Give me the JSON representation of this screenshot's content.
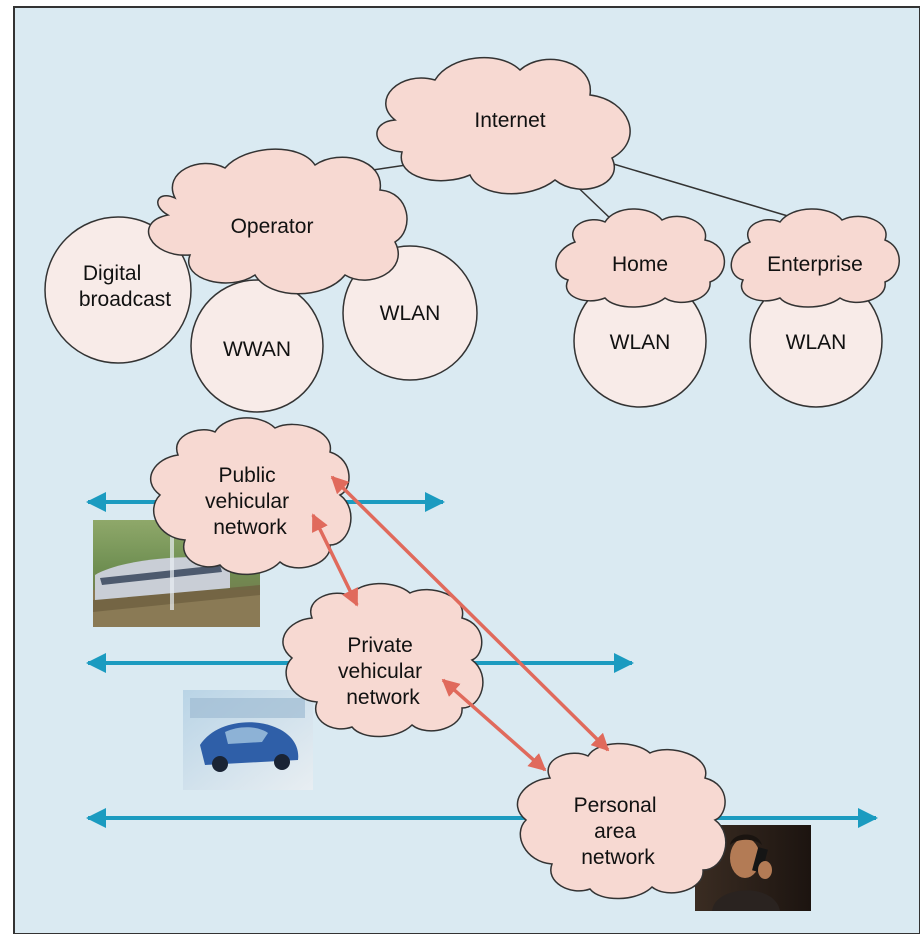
{
  "nodes": {
    "internet": "Internet",
    "operator": "Operator",
    "home": "Home",
    "enterprise": "Enterprise",
    "digital_broadcast": [
      "Digital",
      "broadcast"
    ],
    "wwan": "WWAN",
    "operator_wlan": "WLAN",
    "home_wlan": "WLAN",
    "enterprise_wlan": "WLAN",
    "public_vehicular": [
      "Public",
      "vehicular",
      "network"
    ],
    "private_vehicular": [
      "Private",
      "vehicular",
      "network"
    ],
    "personal_area": [
      "Personal",
      "area",
      "network"
    ]
  },
  "photos": {
    "train": "train-photo",
    "car": "car-photo",
    "person": "person-on-phone-photo"
  },
  "colors": {
    "background": "#daeaf2",
    "cloud_fill": "#f7d9d2",
    "circle_fill": "#f8ebe8",
    "outline": "#333333",
    "mobility_arrow": "#1b9bc0",
    "link_arrow": "#e06a5c"
  }
}
